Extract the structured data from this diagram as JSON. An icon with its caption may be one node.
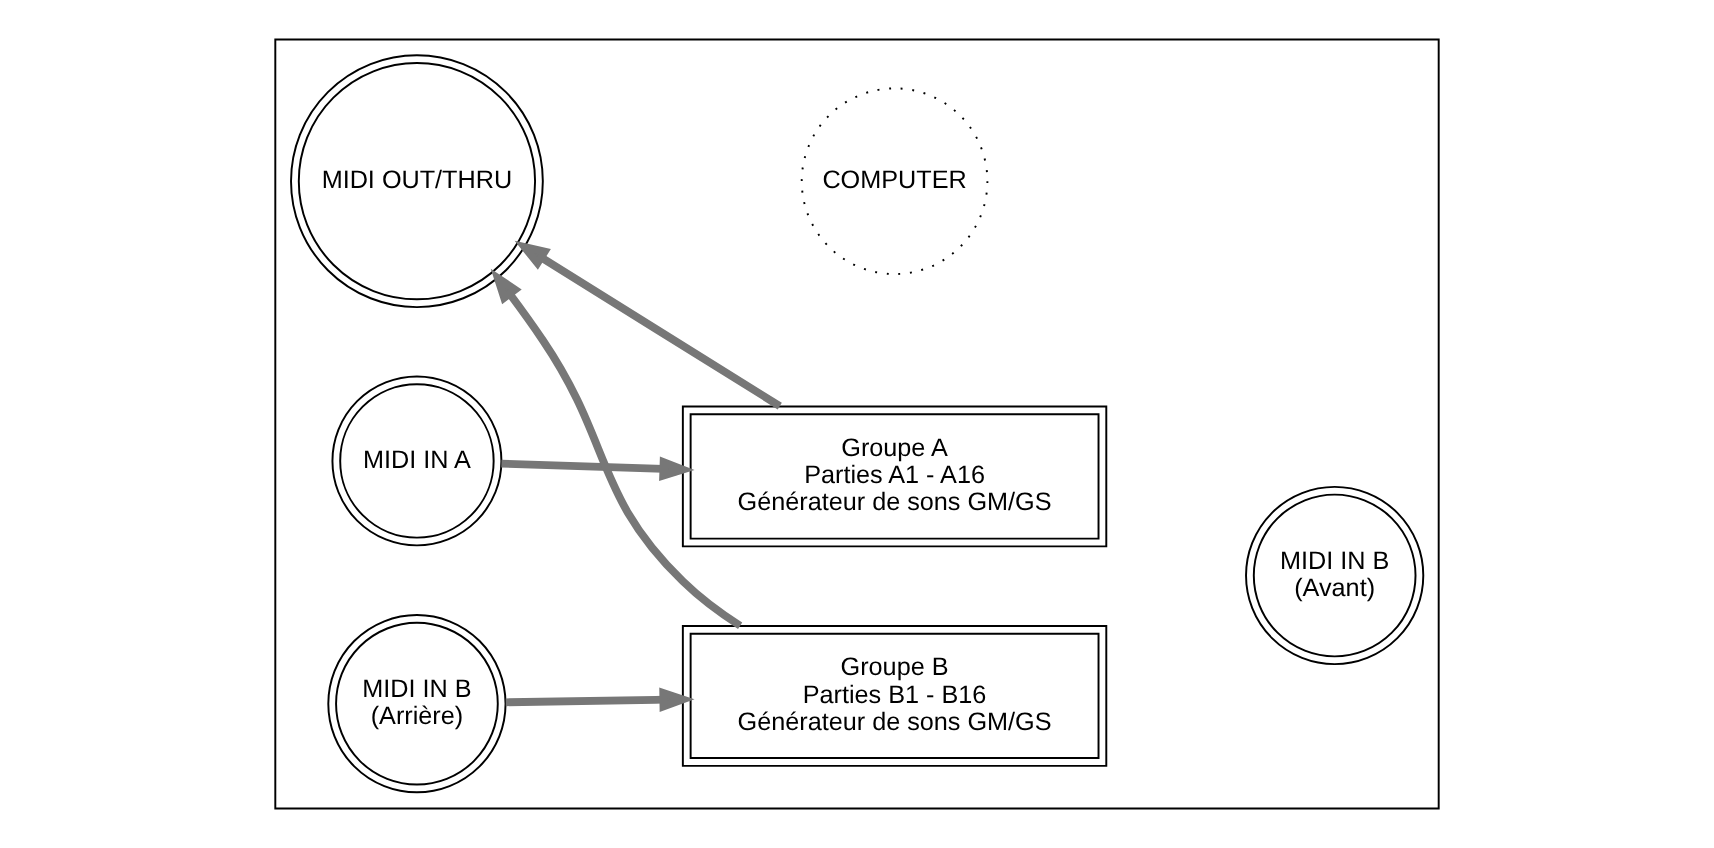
{
  "diagram": {
    "nodes": [
      {
        "text": [],
        "shape": "box"
      },
      {
        "text": [
          "MIDI OUT/THRU"
        ],
        "in": 0
      },
      {
        "text": [
          "COMPUTER"
        ],
        "in": 0
      },
      {
        "text": [
          "Groupe A",
          "Parties A1 - A16",
          "Générateur de sons GM/GS"
        ],
        "in": 0
      },
      {
        "text": [
          "MIDI IN A"
        ],
        "in": 0
      },
      {
        "text": [
          "Groupe B",
          "Parties B1 - B16",
          "Générateur de sons GM/GS"
        ],
        "in": 0
      },
      {
        "text": [
          "MIDI IN B",
          "(Arrière)"
        ],
        "in": 0
      },
      {
        "text": [
          "MIDI IN B",
          "(Avant)"
        ],
        "in": 0
      }
    ],
    "edges": [
      {
        "from": 4,
        "to": 3,
        "arrow": "to"
      },
      {
        "from": 6,
        "to": 5,
        "arrow": "to"
      },
      {
        "from": 3,
        "to": 1,
        "arrow": "to"
      },
      {
        "from": 5,
        "to": 1,
        "arrow": "to"
      }
    ]
  }
}
